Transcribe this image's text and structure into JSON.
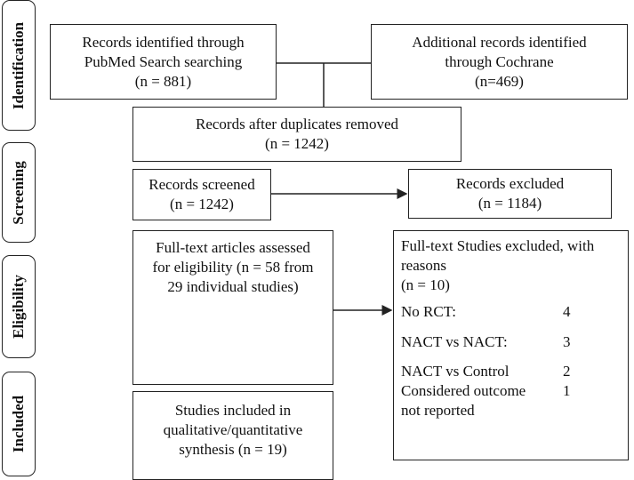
{
  "stages": [
    {
      "label": "Identification"
    },
    {
      "label": "Screening"
    },
    {
      "label": "Eligibility"
    },
    {
      "label": "Included"
    }
  ],
  "boxes": {
    "pubmed": {
      "lines": [
        "Records identified through",
        "PubMed Search searching",
        "(n = 881)"
      ]
    },
    "cochrane": {
      "lines": [
        "Additional records identified",
        "through Cochrane",
        "(n=469)"
      ]
    },
    "duplicates": {
      "lines": [
        "Records after duplicates removed",
        "(n = 1242)"
      ]
    },
    "screened": {
      "lines": [
        "Records screened",
        "(n = 1242)"
      ]
    },
    "excluded": {
      "lines": [
        "Records excluded",
        "(n = 1184)"
      ]
    },
    "fulltext": {
      "lines": [
        "Full-text articles assessed",
        "for eligibility (n = 58 from",
        "29 individual studies)"
      ]
    },
    "included": {
      "lines": [
        "Studies included in",
        "qualitative/quantitative",
        "synthesis (n = 19)"
      ]
    },
    "fulltext_excluded": {
      "title_lines": [
        "Full-text Studies excluded, with",
        "reasons",
        "(n = 10)"
      ],
      "reasons": [
        {
          "label": "No RCT:",
          "count": "4"
        },
        {
          "label": "NACT vs NACT:",
          "count": "3"
        },
        {
          "label": "NACT vs Control",
          "count": "2"
        },
        {
          "label": "Considered outcome",
          "count": "1"
        },
        {
          "label": "not reported",
          "count": ""
        }
      ]
    }
  }
}
